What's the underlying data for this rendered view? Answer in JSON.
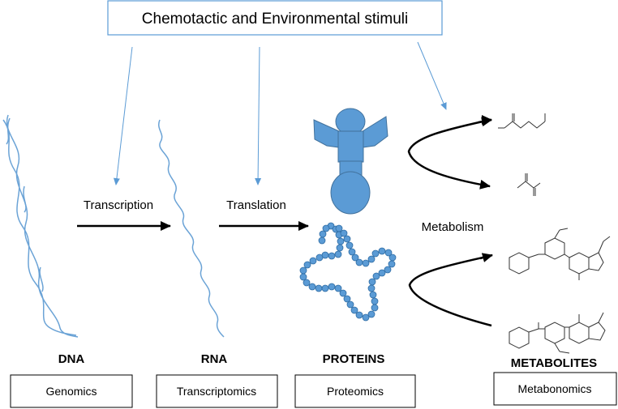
{
  "header": {
    "stimuli_label": "Chemotactic and Environmental stimuli"
  },
  "steps": {
    "transcription": "Transcription",
    "translation": "Translation",
    "metabolism": "Metabolism"
  },
  "columns": [
    {
      "title": "DNA",
      "field": "Genomics"
    },
    {
      "title": "RNA",
      "field": "Transcriptomics"
    },
    {
      "title": "PROTEINS",
      "field": "Proteomics"
    },
    {
      "title": "METABOLITES",
      "field": "Metabonomics"
    }
  ],
  "colors": {
    "accent": "#5b9bd5",
    "line": "#6ba3d6",
    "arrow": "#000000",
    "border": "#000000"
  }
}
